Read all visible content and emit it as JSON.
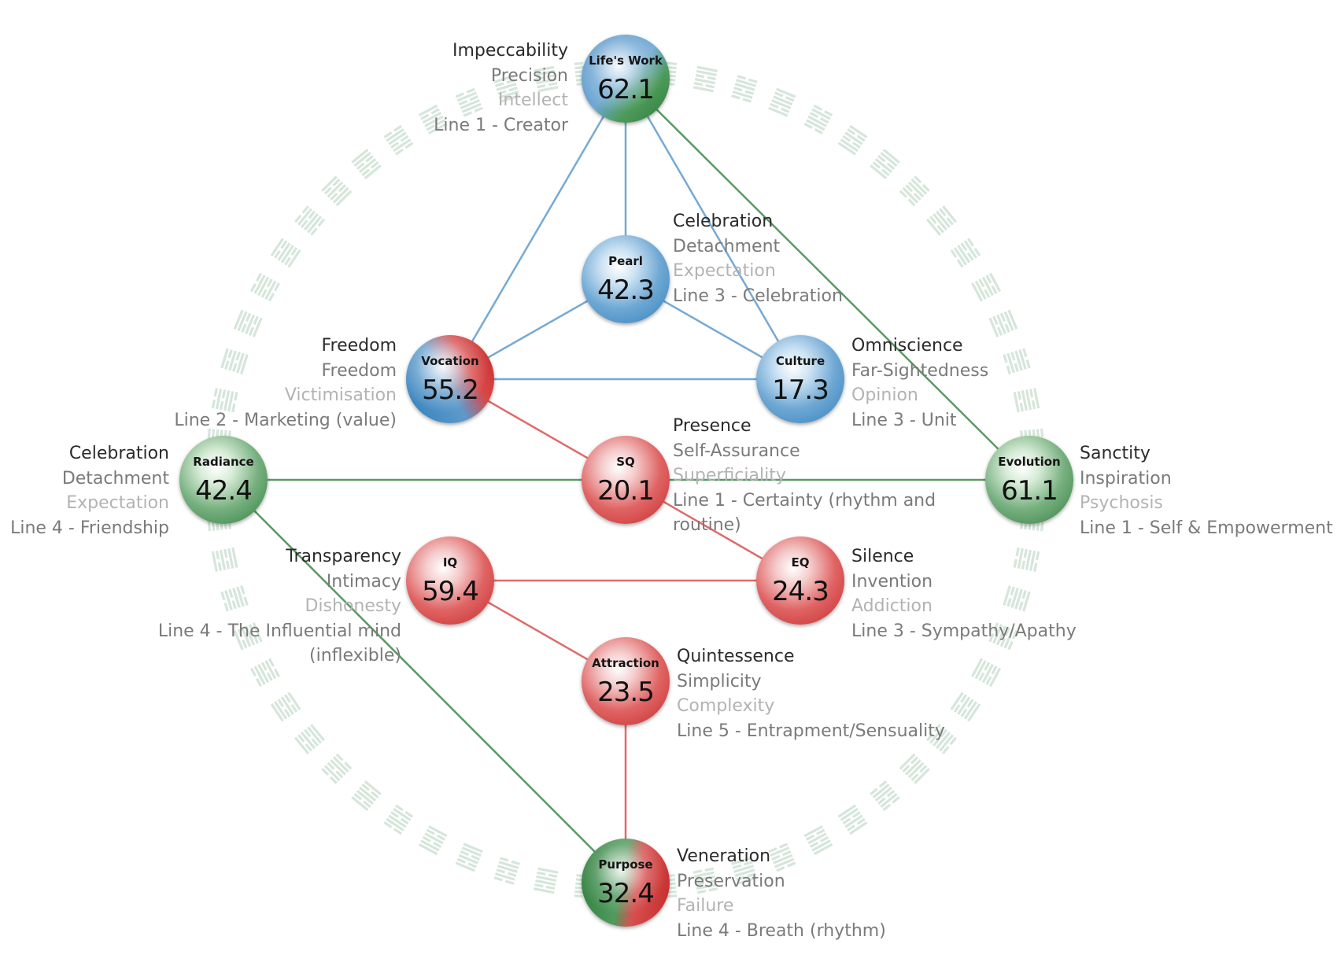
{
  "colors": {
    "blue": "#5b9bd0",
    "red": "#d94848",
    "green": "#3d8a4a",
    "line_blue": "#76a9d3",
    "line_red": "#e06a6a",
    "line_green": "#5a9a64",
    "ring": "#d6e6da"
  },
  "spheres": {
    "lifes_work": {
      "name": "Life's Work",
      "value": "62.1"
    },
    "pearl": {
      "name": "Pearl",
      "value": "42.3"
    },
    "vocation": {
      "name": "Vocation",
      "value": "55.2"
    },
    "culture": {
      "name": "Culture",
      "value": "17.3"
    },
    "radiance": {
      "name": "Radiance",
      "value": "42.4"
    },
    "sq": {
      "name": "SQ",
      "value": "20.1"
    },
    "evolution": {
      "name": "Evolution",
      "value": "61.1"
    },
    "iq": {
      "name": "IQ",
      "value": "59.4"
    },
    "eq": {
      "name": "EQ",
      "value": "24.3"
    },
    "attraction": {
      "name": "Attraction",
      "value": "23.5"
    },
    "purpose": {
      "name": "Purpose",
      "value": "32.4"
    }
  },
  "labels": {
    "lifes_work": {
      "gift": "Impeccability",
      "shadow_gift": "Precision",
      "shadow": "Intellect",
      "line": "Line 1 - Creator"
    },
    "pearl": {
      "gift": "Celebration",
      "shadow_gift": "Detachment",
      "shadow": "Expectation",
      "line": "Line 3 - Celebration"
    },
    "vocation": {
      "gift": "Freedom",
      "shadow_gift": "Freedom",
      "shadow": "Victimisation",
      "line": "Line 2 - Marketing (value)"
    },
    "culture": {
      "gift": "Omniscience",
      "shadow_gift": "Far-Sightedness",
      "shadow": "Opinion",
      "line": "Line 3 - Unit"
    },
    "radiance": {
      "gift": "Celebration",
      "shadow_gift": "Detachment",
      "shadow": "Expectation",
      "line": "Line 4 - Friendship"
    },
    "sq": {
      "gift": "Presence",
      "shadow_gift": "Self-Assurance",
      "shadow": "Superficiality",
      "line": "Line 1 - Certainty (rhythm and",
      "line_cont": "routine)"
    },
    "evolution": {
      "gift": "Sanctity",
      "shadow_gift": "Inspiration",
      "shadow": "Psychosis",
      "line": "Line 1 - Self & Empowerment"
    },
    "iq": {
      "gift": "Transparency",
      "shadow_gift": "Intimacy",
      "shadow": "Dishonesty",
      "line": "Line 4 - The Influential mind",
      "line_cont": "(inflexible)"
    },
    "eq": {
      "gift": "Silence",
      "shadow_gift": "Invention",
      "shadow": "Addiction",
      "line": "Line 3 - Sympathy/Apathy"
    },
    "attraction": {
      "gift": "Quintessence",
      "shadow_gift": "Simplicity",
      "shadow": "Complexity",
      "line": "Line 5 - Entrapment/Sensuality"
    },
    "purpose": {
      "gift": "Veneration",
      "shadow_gift": "Preservation",
      "shadow": "Failure",
      "line": "Line 4 - Breath (rhythm)"
    }
  }
}
